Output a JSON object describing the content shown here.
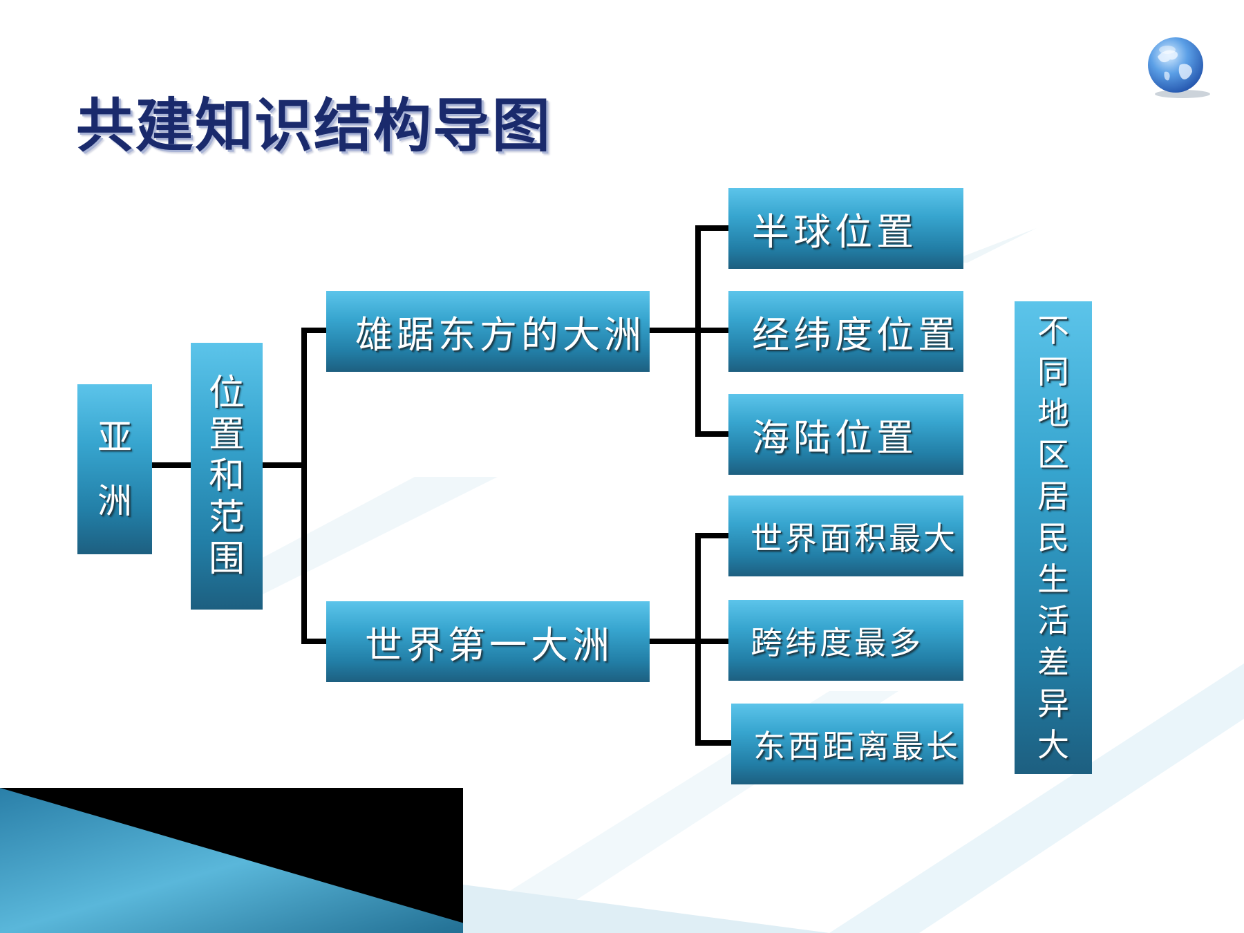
{
  "title": "共建知识结构导图",
  "diagram": {
    "root": "亚洲",
    "level1": "位置和范围",
    "level2": [
      "雄踞东方的大洲",
      "世界第一大洲"
    ],
    "branch_east": [
      "半球位置",
      "经纬度位置",
      "海陆位置"
    ],
    "branch_largest": [
      "世界面积最大",
      "跨纬度最多",
      "东西距离最长"
    ],
    "conclusion": "不同地区居民生活差异大"
  },
  "colors": {
    "title": "#1a2a6c",
    "box_top": "#5cc4ea",
    "box_bottom": "#1d5f80",
    "connector": "#000000",
    "band_dark": "#000000",
    "band_light": "#e4f2f8"
  },
  "icons": {
    "globe": "globe-icon"
  }
}
